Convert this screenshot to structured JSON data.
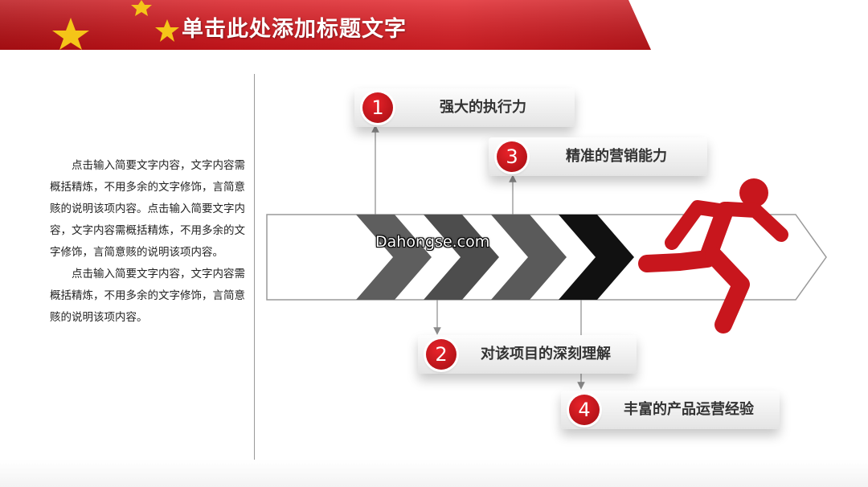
{
  "header": {
    "title": "单击此处添加标题文字",
    "accent_color": "#d7161d",
    "star_color": "#f5c518",
    "decoration": "star-icon"
  },
  "body_text": {
    "paragraphs": [
      "点击输入简要文字内容，文字内容需概括精炼，不用多余的文字修饰，言简意赅的说明该项内容。点击输入简要文字内容，文字内容需概括精炼，不用多余的文字修饰，言简意赅的说明该项内容。",
      "点击输入简要文字内容，文字内容需概括精炼，不用多余的文字修饰，言简意赅的说明该项内容。"
    ]
  },
  "diagram": {
    "chevron_colors": [
      "#5e5e5e",
      "#4d4d4d",
      "#5a5a5a",
      "#111111"
    ],
    "runner_icon": "running-man-icon",
    "runner_color": "#c8161d",
    "items": [
      {
        "number": "1",
        "label": "强大的执行力"
      },
      {
        "number": "2",
        "label": "对该项目的深刻理解"
      },
      {
        "number": "3",
        "label": "精准的营销能力"
      },
      {
        "number": "4",
        "label": "丰富的产品运营经验"
      }
    ]
  },
  "watermark": "Dahongse.com"
}
